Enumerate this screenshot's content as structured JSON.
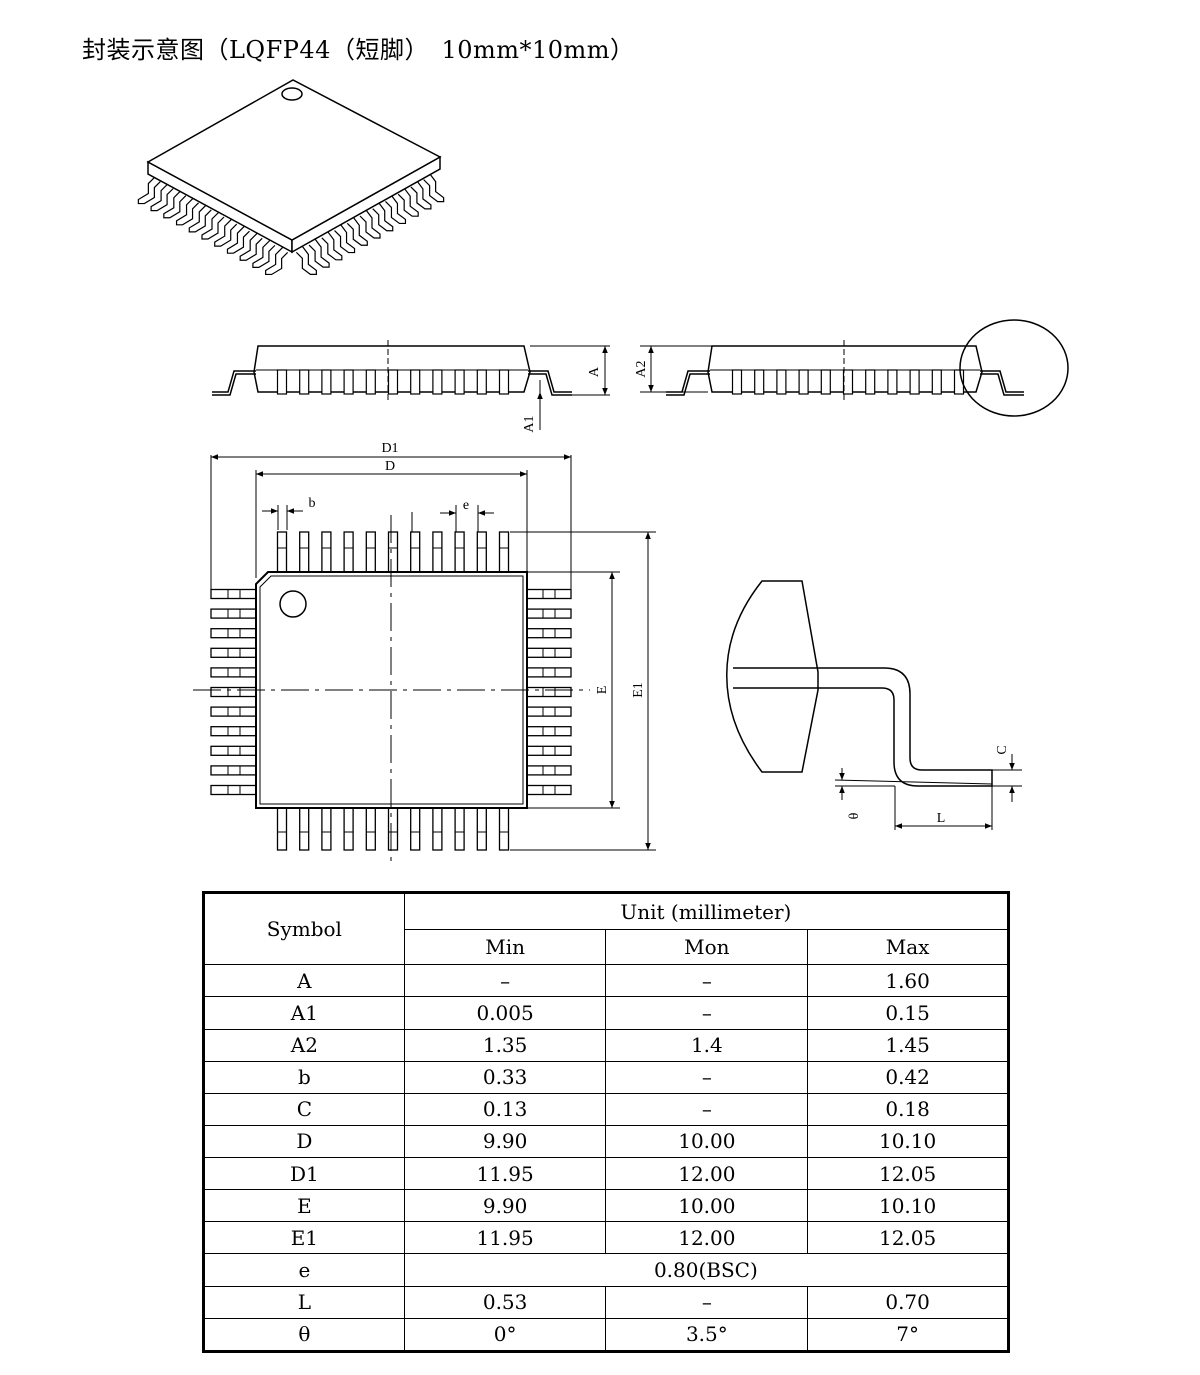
{
  "title": "封装示意图（LQFP44（短脚）　10mm*10mm）",
  "labels": {
    "A": "A",
    "A1": "A1",
    "A2": "A2",
    "D1": "D1",
    "D": "D",
    "b": "b",
    "e": "e",
    "E": "E",
    "E1": "E1",
    "C": "C",
    "L": "L",
    "theta": "θ"
  },
  "table": {
    "symbol_header": "Symbol",
    "unit_header": "Unit (millimeter)",
    "columns": [
      "Min",
      "Mon",
      "Max"
    ],
    "rows": [
      {
        "symbol": "A",
        "min": "–",
        "mon": "–",
        "max": "1.60"
      },
      {
        "symbol": "A1",
        "min": "0.005",
        "mon": "–",
        "max": "0.15"
      },
      {
        "symbol": "A2",
        "min": "1.35",
        "mon": "1.4",
        "max": "1.45"
      },
      {
        "symbol": "b",
        "min": "0.33",
        "mon": "–",
        "max": "0.42"
      },
      {
        "symbol": "C",
        "min": "0.13",
        "mon": "–",
        "max": "0.18"
      },
      {
        "symbol": "D",
        "min": "9.90",
        "mon": "10.00",
        "max": "10.10"
      },
      {
        "symbol": "D1",
        "min": "11.95",
        "mon": "12.00",
        "max": "12.05"
      },
      {
        "symbol": "E",
        "min": "9.90",
        "mon": "10.00",
        "max": "10.10"
      },
      {
        "symbol": "E1",
        "min": "11.95",
        "mon": "12.00",
        "max": "12.05"
      },
      {
        "symbol": "e",
        "span": "0.80(BSC)"
      },
      {
        "symbol": "L",
        "min": "0.53",
        "mon": "–",
        "max": "0.70"
      },
      {
        "symbol": "θ",
        "min": "0°",
        "mon": "3.5°",
        "max": "7°"
      }
    ]
  }
}
